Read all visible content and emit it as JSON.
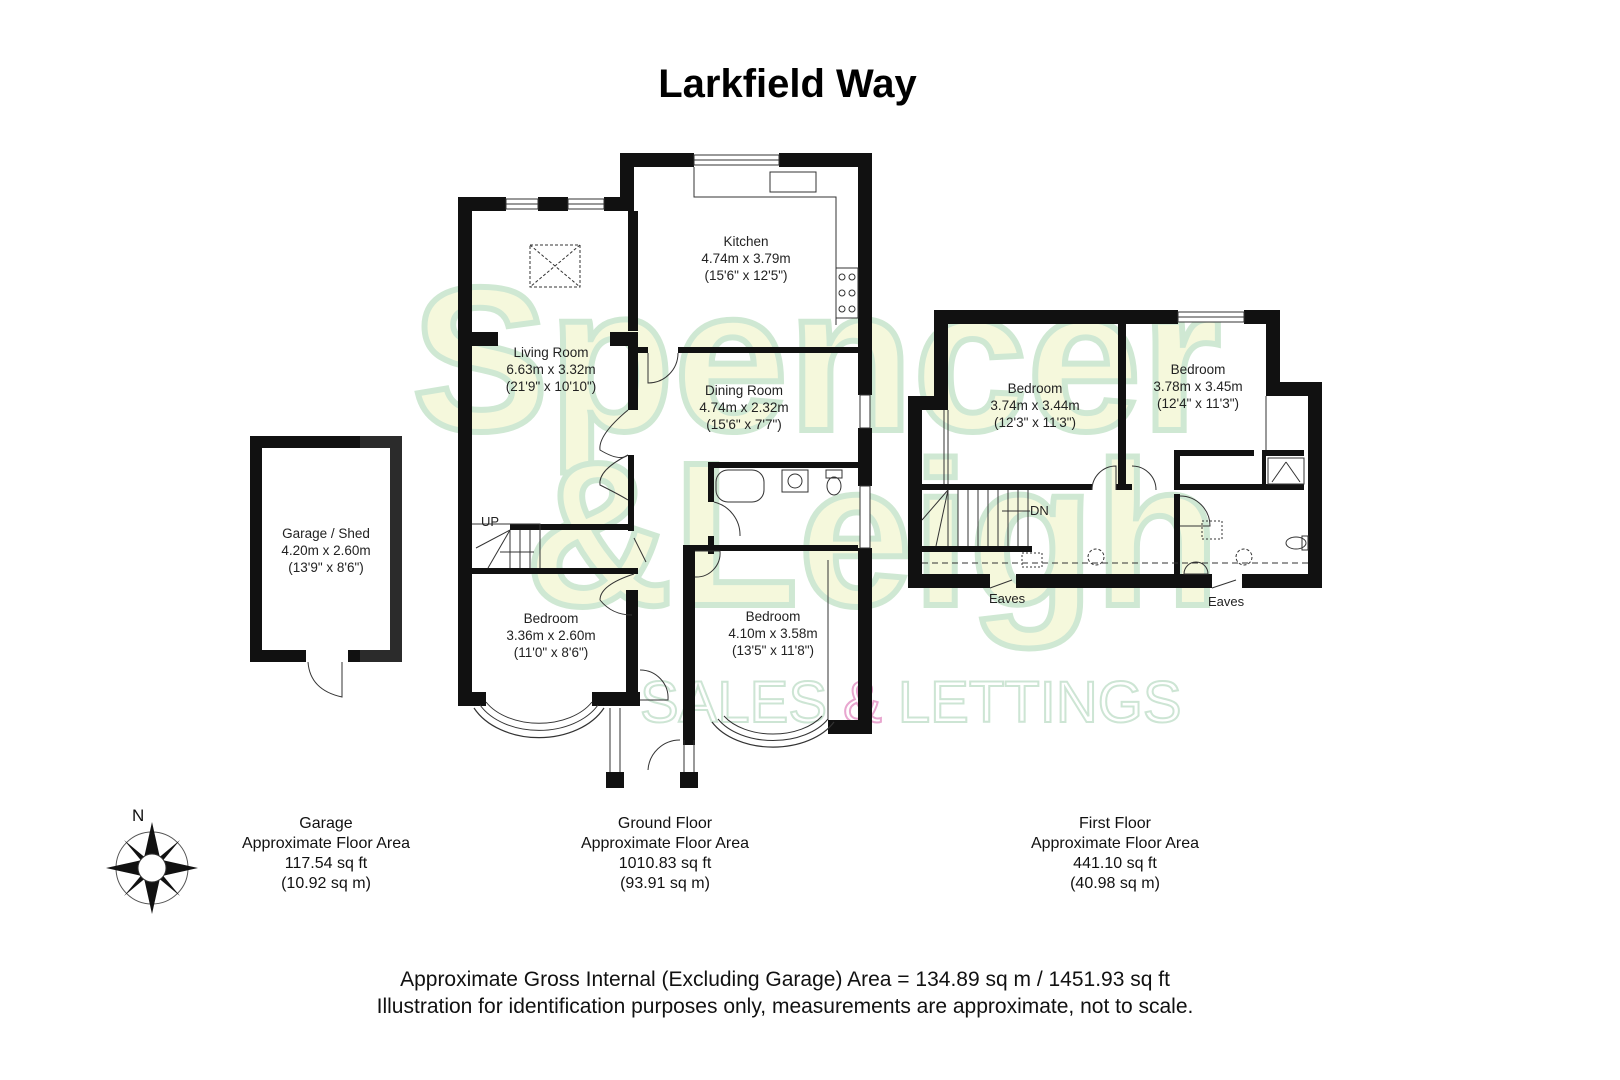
{
  "title": "Larkfield Way",
  "watermark": {
    "brand_line1": "Spencer",
    "brand_line2": "&Leigh",
    "tagline_part1": "SALES ",
    "tagline_amp": "&",
    "tagline_part2": " LETTINGS",
    "colors": {
      "fill": "#f5f8dc",
      "outline": "#cfe8d3",
      "amp_accent": "#e8a6cf"
    }
  },
  "compass": {
    "label": "N",
    "icon": "compass-rose-icon"
  },
  "rooms": {
    "garage_shed": {
      "name": "Garage / Shed",
      "metric": "4.20m x 2.60m",
      "imperial": "(13'9\" x 8'6\")"
    },
    "kitchen": {
      "name": "Kitchen",
      "metric": "4.74m x 3.79m",
      "imperial": "(15'6\" x 12'5\")"
    },
    "living_room": {
      "name": "Living Room",
      "metric": "6.63m x 3.32m",
      "imperial": "(21'9\" x 10'10\")"
    },
    "dining_room": {
      "name": "Dining Room",
      "metric": "4.74m x 2.32m",
      "imperial": "(15'6\" x 7'7\")"
    },
    "ground_bedroom_1": {
      "name": "Bedroom",
      "metric": "3.36m x 2.60m",
      "imperial": "(11'0\" x 8'6\")"
    },
    "ground_bedroom_2": {
      "name": "Bedroom",
      "metric": "4.10m x 3.58m",
      "imperial": "(13'5\" x 11'8\")"
    },
    "first_bedroom_1": {
      "name": "Bedroom",
      "metric": "3.74m x 3.44m",
      "imperial": "(12'3\" x 11'3\")"
    },
    "first_bedroom_2": {
      "name": "Bedroom",
      "metric": "3.78m x 3.45m",
      "imperial": "(12'4\" x 11'3\")"
    }
  },
  "annotations": {
    "stairs_up": "UP",
    "stairs_down": "DN",
    "eaves_left": "Eaves",
    "eaves_right": "Eaves"
  },
  "floor_areas": [
    {
      "floor": "Garage",
      "label": "Approximate Floor Area",
      "sq_ft": "117.54 sq ft",
      "sq_m": "(10.92 sq m)"
    },
    {
      "floor": "Ground Floor",
      "label": "Approximate Floor Area",
      "sq_ft": "1010.83 sq ft",
      "sq_m": "(93.91 sq m)"
    },
    {
      "floor": "First Floor",
      "label": "Approximate Floor Area",
      "sq_ft": "441.10 sq ft",
      "sq_m": "(40.98 sq m)"
    }
  ],
  "footer": {
    "gross_area": "Approximate Gross Internal (Excluding Garage) Area = 134.89 sq m / 1451.93 sq ft",
    "disclaimer": "Illustration for identification purposes only, measurements are approximate, not to scale."
  }
}
